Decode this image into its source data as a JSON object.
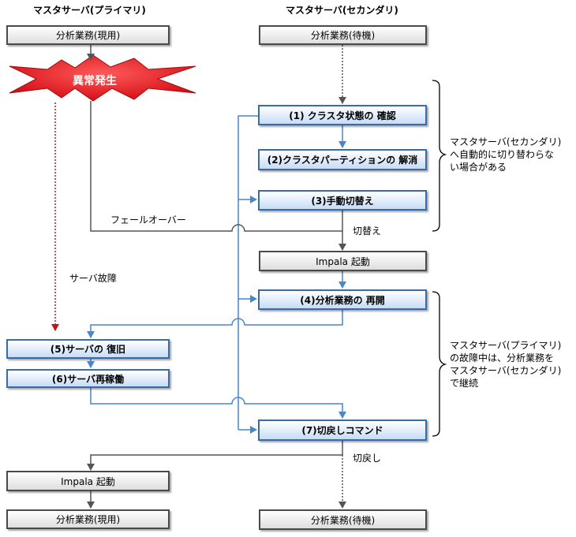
{
  "headers": {
    "primary": "マスタサーバ(プライマリ)",
    "secondary": "マスタサーバ(セカンダリ)"
  },
  "boxes": {
    "p_business_top": "分析業務(現用)",
    "s_business_top": "分析業務(待機)",
    "anomaly": "異常発生",
    "step1": "(1) クラスタ状態の 確認",
    "step2": "(2)クラスタパーティションの 解消",
    "step3": "(3)手動切替え",
    "impala_s": "Impala 起動",
    "step4": "(4)分析業務の 再開",
    "step5": "(5)サーバの 復旧",
    "step6": "(6)サーバ再稼働",
    "step7": "(7)切戻しコマンド",
    "impala_p": "Impala 起動",
    "p_business_bottom": "分析業務(現用)",
    "s_business_bottom": "分析業務(待機)"
  },
  "labels": {
    "failover": "フェールオーバー",
    "switch": "切替え",
    "server_failure": "サーバ故障",
    "switchback": "切戻し"
  },
  "notes": {
    "auto_switch": [
      "マスタサーバ(セカンダリ)",
      "へ自動的に切り替わらな",
      "い場合がある"
    ],
    "continue": [
      "マスタサーバ(プライマリ)",
      "の故障中は、分析業務を",
      "マスタサーバ(セカンダリ)",
      "で継続"
    ]
  },
  "colors": {
    "box_border_gray": "#4a4a4a",
    "box_border_blue": "#3a6aa8",
    "arrow_gray": "#555555",
    "arrow_blue": "#4a86c8",
    "anomaly_red": "#e8141c",
    "dotted_red": "#c0141c"
  }
}
